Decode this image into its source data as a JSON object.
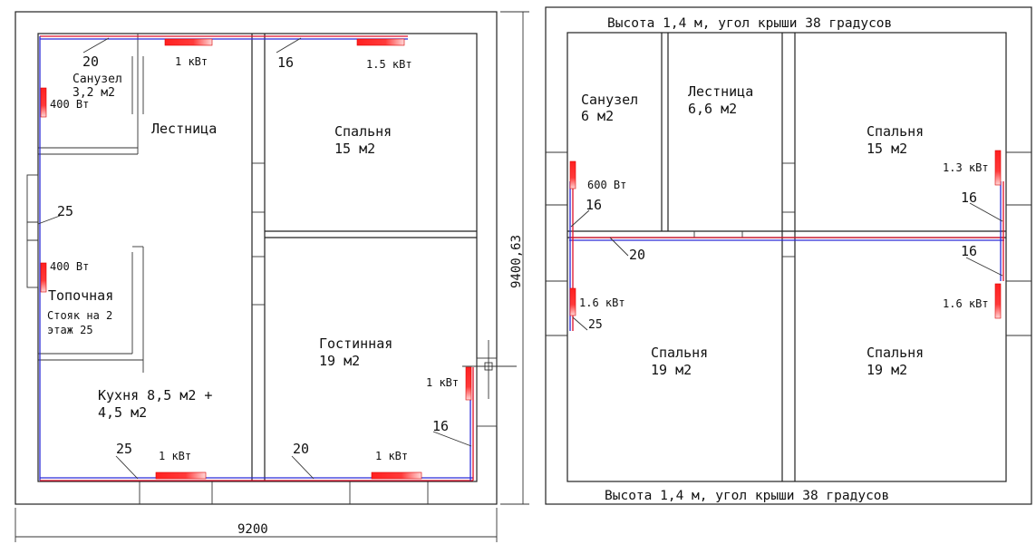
{
  "left_plan": {
    "rooms": {
      "sanuzel": "Санузел\n3,2 м2",
      "lestnica": "Лестница",
      "spalnya": "Спальня\n15 м2",
      "topochnaya": "Топочная",
      "stoyak": "Стояк на 2\nэтаж 25",
      "kuhnya": "Кухня 8,5 м2 +\n4,5 м2",
      "gostinnaya": "Гостинная\n19 м2"
    },
    "radiators": {
      "top_left": "1 кВт",
      "top_right": "1.5 кВт",
      "sanuzel": "400 Вт",
      "topochnaya": "400 Вт",
      "gostinnaya": "1 кВт",
      "bottom_left": "1 кВт",
      "bottom_right": "1 кВт"
    },
    "pipe_sizes": {
      "top_left": "20",
      "top_mid": "16",
      "left_mid": "25",
      "bottom_left": "25",
      "bottom_mid": "20",
      "right": "16"
    },
    "dim_width": "9200",
    "dim_height": "9400,63"
  },
  "right_plan": {
    "header": "Высота 1,4 м, угол крыши 38 градусов",
    "footer": "Высота 1,4 м, угол крыши 38 градусов",
    "rooms": {
      "sanuzel": "Санузел\n6 м2",
      "lestnica": "Лестница\n6,6 м2",
      "spalnya_tr": "Спальня\n15 м2",
      "spalnya_bl": "Спальня\n19 м2",
      "spalnya_br": "Спальня\n19 м2"
    },
    "radiators": {
      "sanuzel": "600 Вт",
      "left_low": "1.6 кВт",
      "right_top": "1.3 кВт",
      "right_low": "1.6 кВт"
    },
    "pipe_sizes": {
      "left_16": "16",
      "mid_20": "20",
      "left_25": "25",
      "right_16a": "16",
      "right_16b": "16"
    }
  }
}
